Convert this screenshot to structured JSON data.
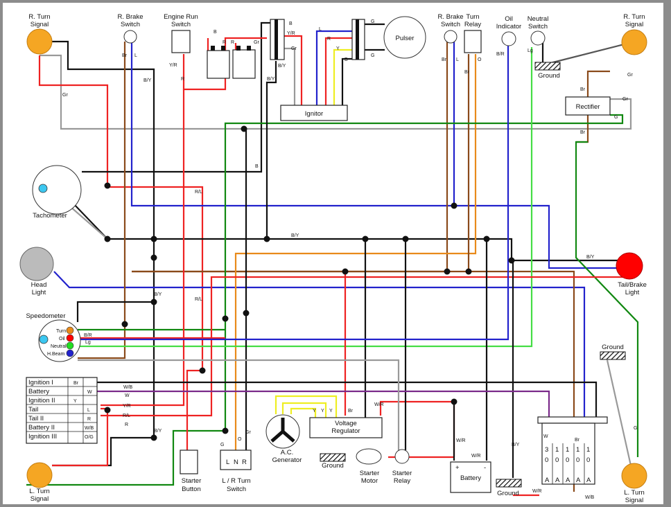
{
  "components": {
    "r_turn_left": {
      "line1": "R. Turn",
      "line2": "Signal"
    },
    "r_brake_switch": {
      "line1": "R. Brake",
      "line2": "Switch"
    },
    "engine_run_switch": {
      "line1": "Engine Run",
      "line2": "Switch"
    },
    "r_brake_switch_rear": {
      "line1": "R. Brake",
      "line2": "Switch"
    },
    "turn_relay": {
      "line1": "Turn",
      "line2": "Relay"
    },
    "oil_indicator": {
      "line1": "Oil",
      "line2": "Indicator"
    },
    "neutral_switch": {
      "line1": "Neutral",
      "line2": "Switch"
    },
    "r_turn_right": {
      "line1": "R. Turn",
      "line2": "Signal"
    },
    "pulser": "Pulser",
    "ignitor": "Ignitor",
    "rectifier": "Rectifier",
    "ground": "Ground",
    "tachometer": "Tachometer",
    "head_light": {
      "line1": "Head",
      "line2": "Light"
    },
    "tail_brake_light": {
      "line1": "Tail/Brake",
      "line2": "Light"
    },
    "speedometer": {
      "title": "Speedometer",
      "turn": "Turn",
      "oil": "Oil",
      "neutral": "Neutral",
      "hbeam": "H.Beam"
    },
    "ac_generator": {
      "line1": "A.C.",
      "line2": "Generator"
    },
    "voltage_regulator": {
      "line1": "Voltage",
      "line2": "Regulator"
    },
    "starter_motor": {
      "line1": "Starter",
      "line2": "Motor"
    },
    "starter_relay": {
      "line1": "Starter",
      "line2": "Relay"
    },
    "battery": {
      "title": "Battery",
      "plus": "+",
      "minus": "-"
    },
    "starter_button": {
      "line1": "Starter",
      "line2": "Button"
    },
    "lr_turn_switch": {
      "line1": "L / R Turn",
      "line2": "Switch",
      "l": "L",
      "n": "N",
      "r": "R"
    },
    "l_turn_left": {
      "line1": "L. Turn",
      "line2": "Signal"
    },
    "l_turn_right": {
      "line1": "L. Turn",
      "line2": "Signal"
    }
  },
  "ignition_table": {
    "rows": [
      {
        "label": "Ignition I",
        "code": "Br"
      },
      {
        "label": "Battery",
        "code": "W"
      },
      {
        "label": "Ignition II",
        "code": "Y"
      },
      {
        "label": "Tail",
        "code": "L"
      },
      {
        "label": "Tail II",
        "code": "R"
      },
      {
        "label": "Battery II",
        "code": "W/B"
      },
      {
        "label": "Ignition III",
        "code": "O/G"
      }
    ]
  },
  "fuse_block": {
    "top": [
      "3",
      "1",
      "1",
      "1",
      "1"
    ],
    "mid": [
      "0",
      "0",
      "0",
      "0",
      "0"
    ],
    "bottom": [
      "A",
      "A",
      "A",
      "A",
      "A"
    ]
  },
  "wire_codes": [
    "Br",
    "L",
    "Y/R",
    "R",
    "B/Y",
    "Gr",
    "B",
    "R",
    "R",
    "Gr",
    "B",
    "Y/R",
    "Gr",
    "B/Y",
    "B/Y",
    "L",
    "R",
    "Y",
    "B",
    "G",
    "G",
    "Br",
    "L",
    "Br",
    "O",
    "B/R",
    "Lg",
    "Gr",
    "Br",
    "Gr",
    "G",
    "Br",
    "B",
    "R/L",
    "B/Y",
    "B/Y",
    "B/Y",
    "R/L",
    "B/R",
    "Lg",
    "W/B",
    "W",
    "Y/R",
    "R/L",
    "R",
    "B/Y",
    "G",
    "O",
    "Gr",
    "Y",
    "Y",
    "Y",
    "Br",
    "W/R",
    "W/R",
    "W/R",
    "B/Y",
    "W",
    "Br",
    "G",
    "W/R",
    "W/B"
  ]
}
